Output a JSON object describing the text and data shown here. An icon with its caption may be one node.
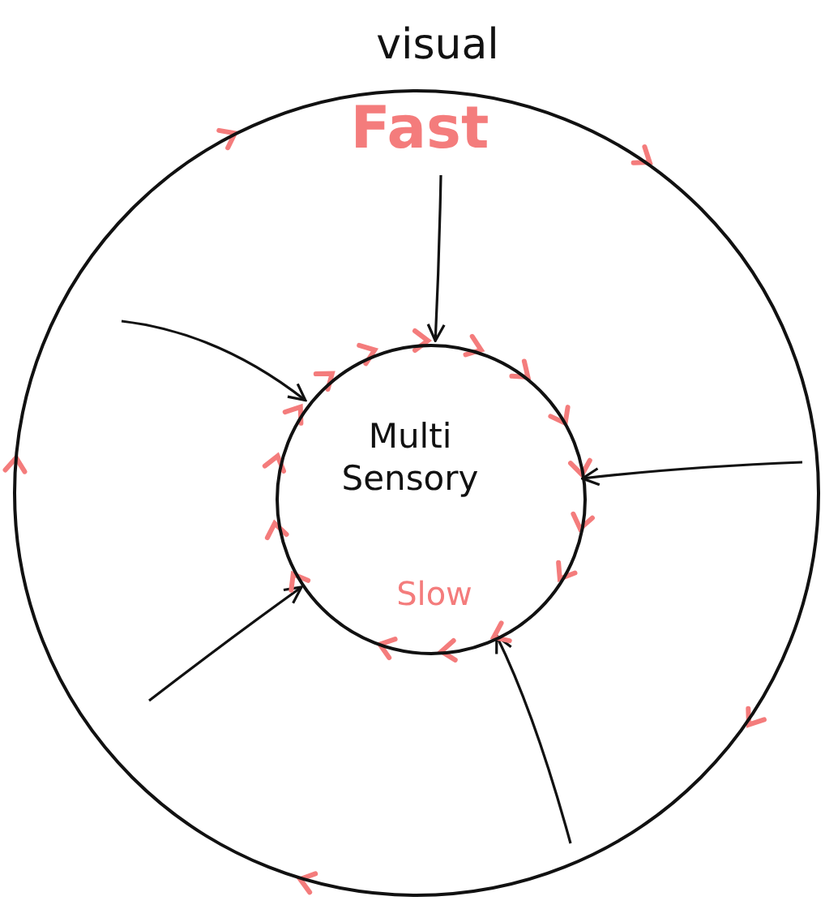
{
  "diagram": {
    "nodes": [
      {
        "text": [
          "visual",
          "Fast"
        ]
      },
      {
        "text": [
          "Multi Sensory",
          "Slow"
        ],
        "in": 0
      }
    ],
    "edges": [
      {
        "from": null,
        "to": 1,
        "arrow": "to"
      },
      {
        "from": null,
        "to": 1,
        "arrow": "to"
      },
      {
        "from": null,
        "to": 1,
        "arrow": "to"
      },
      {
        "from": null,
        "to": 1,
        "arrow": "to"
      },
      {
        "from": null,
        "to": 1,
        "arrow": "to"
      }
    ]
  }
}
